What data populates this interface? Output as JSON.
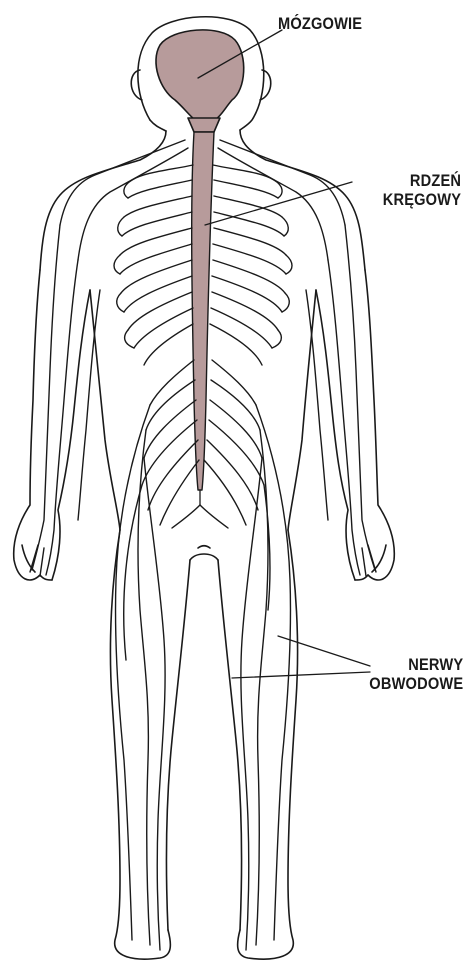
{
  "labels": {
    "brain": "MÓZGOWIE",
    "spinal_cord_line1": "RDZEŃ",
    "spinal_cord_line2": "KRĘGOWY",
    "nerves_line1": "NERWY",
    "nerves_line2": "OBWODOWE"
  },
  "colors": {
    "outline": "#1a1a1a",
    "cns_fill": "#b79b9b",
    "background": "#ffffff"
  }
}
